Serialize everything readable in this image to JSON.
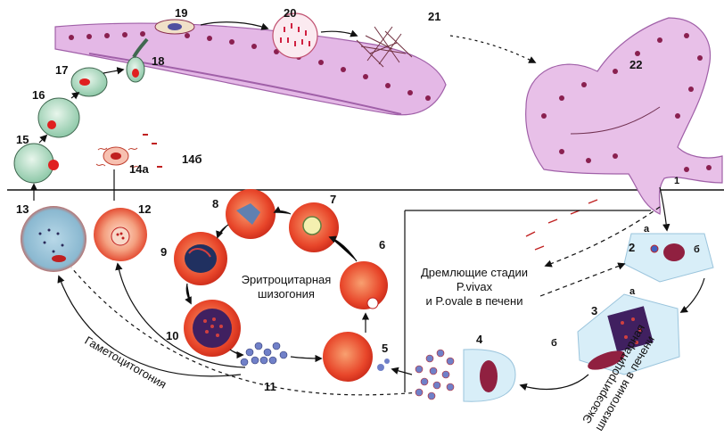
{
  "labels": {
    "n1": "1",
    "n2": "2",
    "n3": "3",
    "n4": "4",
    "n5": "5",
    "n6": "6",
    "n7": "7",
    "n8": "8",
    "n9": "9",
    "n10": "10",
    "n11": "11",
    "n12": "12",
    "n13": "13",
    "n14a": "14а",
    "n14b": "14б",
    "n15": "15",
    "n16": "16",
    "n17": "17",
    "n18": "18",
    "n19": "19",
    "n20": "20",
    "n21": "21",
    "n22": "22",
    "a_top": "а",
    "b_top": "б",
    "a_cell3": "а",
    "b_cell3": "б"
  },
  "captions": {
    "erythro_line1": "Эритроцитарная",
    "erythro_line2": "шизогония",
    "dormant_line1": "Дремлющие стадии",
    "dormant_line2": "P.vivax",
    "dormant_line3": "и P.ovale в печени",
    "gametocytogony": "Гаметоцитогония",
    "exoerythro_line1": "Экзоэритроцитарная",
    "exoerythro_line2": "шизогония в печени"
  },
  "colors": {
    "rbc": "#e8462a",
    "rbc_light": "#f6a06a",
    "epithelium": "#d8a8d8",
    "nucleus": "#8a2050",
    "hepatocyte": "#cfe9f5",
    "merozoite": "#6070c0"
  }
}
